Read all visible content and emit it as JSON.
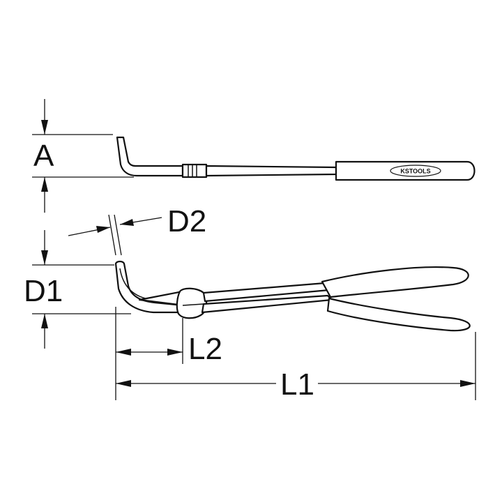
{
  "labels": {
    "a": "A",
    "d1": "D1",
    "d2": "D2",
    "l1": "L1",
    "l2": "L2"
  },
  "brand": {
    "logo_text": "KSTOOLS"
  }
}
